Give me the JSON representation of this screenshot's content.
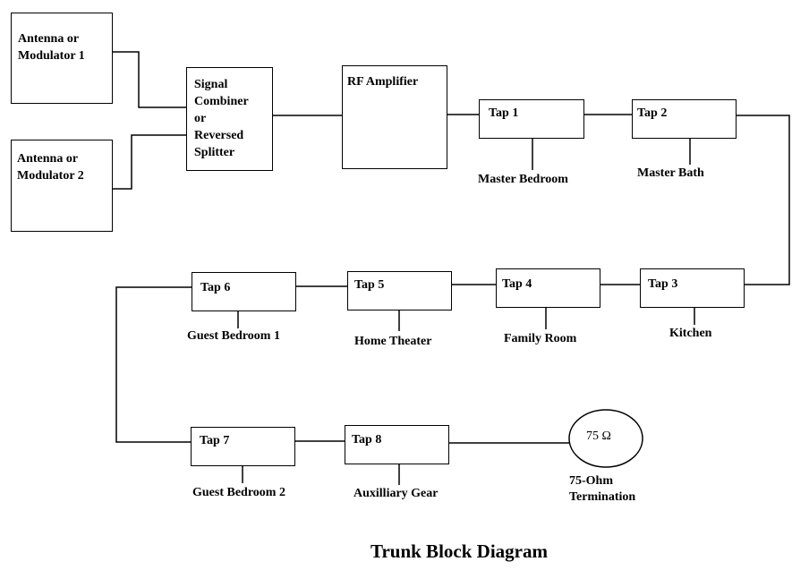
{
  "diagram": {
    "title": "Trunk Block Diagram",
    "sources": [
      {
        "id": "source-1",
        "label": "Antenna or\nModulator 1"
      },
      {
        "id": "source-2",
        "label": "Antenna or\nModulator 2"
      }
    ],
    "combiner": {
      "label": "Signal\nCombiner\nor\nReversed\nSplitter"
    },
    "amplifier": {
      "label": "RF Amplifier"
    },
    "taps": [
      {
        "label": "Tap 1",
        "room": "Master Bedroom"
      },
      {
        "label": "Tap 2",
        "room": "Master Bath"
      },
      {
        "label": "Tap 3",
        "room": "Kitchen"
      },
      {
        "label": "Tap 4",
        "room": "Family Room"
      },
      {
        "label": "Tap 5",
        "room": "Home Theater"
      },
      {
        "label": "Tap 6",
        "room": "Guest Bedroom 1"
      },
      {
        "label": "Tap 7",
        "room": "Guest Bedroom 2"
      },
      {
        "label": "Tap 8",
        "room": "Auxilliary Gear"
      }
    ],
    "termination": {
      "symbol": "75 Ω",
      "caption": "75-Ohm\nTermination"
    },
    "connections": [
      [
        "source-1",
        "combiner"
      ],
      [
        "source-2",
        "combiner"
      ],
      [
        "combiner",
        "amplifier"
      ],
      [
        "amplifier",
        "Tap 1"
      ],
      [
        "Tap 1",
        "Tap 2"
      ],
      [
        "Tap 2",
        "Tap 3"
      ],
      [
        "Tap 3",
        "Tap 4"
      ],
      [
        "Tap 4",
        "Tap 5"
      ],
      [
        "Tap 5",
        "Tap 6"
      ],
      [
        "Tap 6",
        "Tap 7"
      ],
      [
        "Tap 7",
        "Tap 8"
      ],
      [
        "Tap 8",
        "termination"
      ]
    ]
  }
}
